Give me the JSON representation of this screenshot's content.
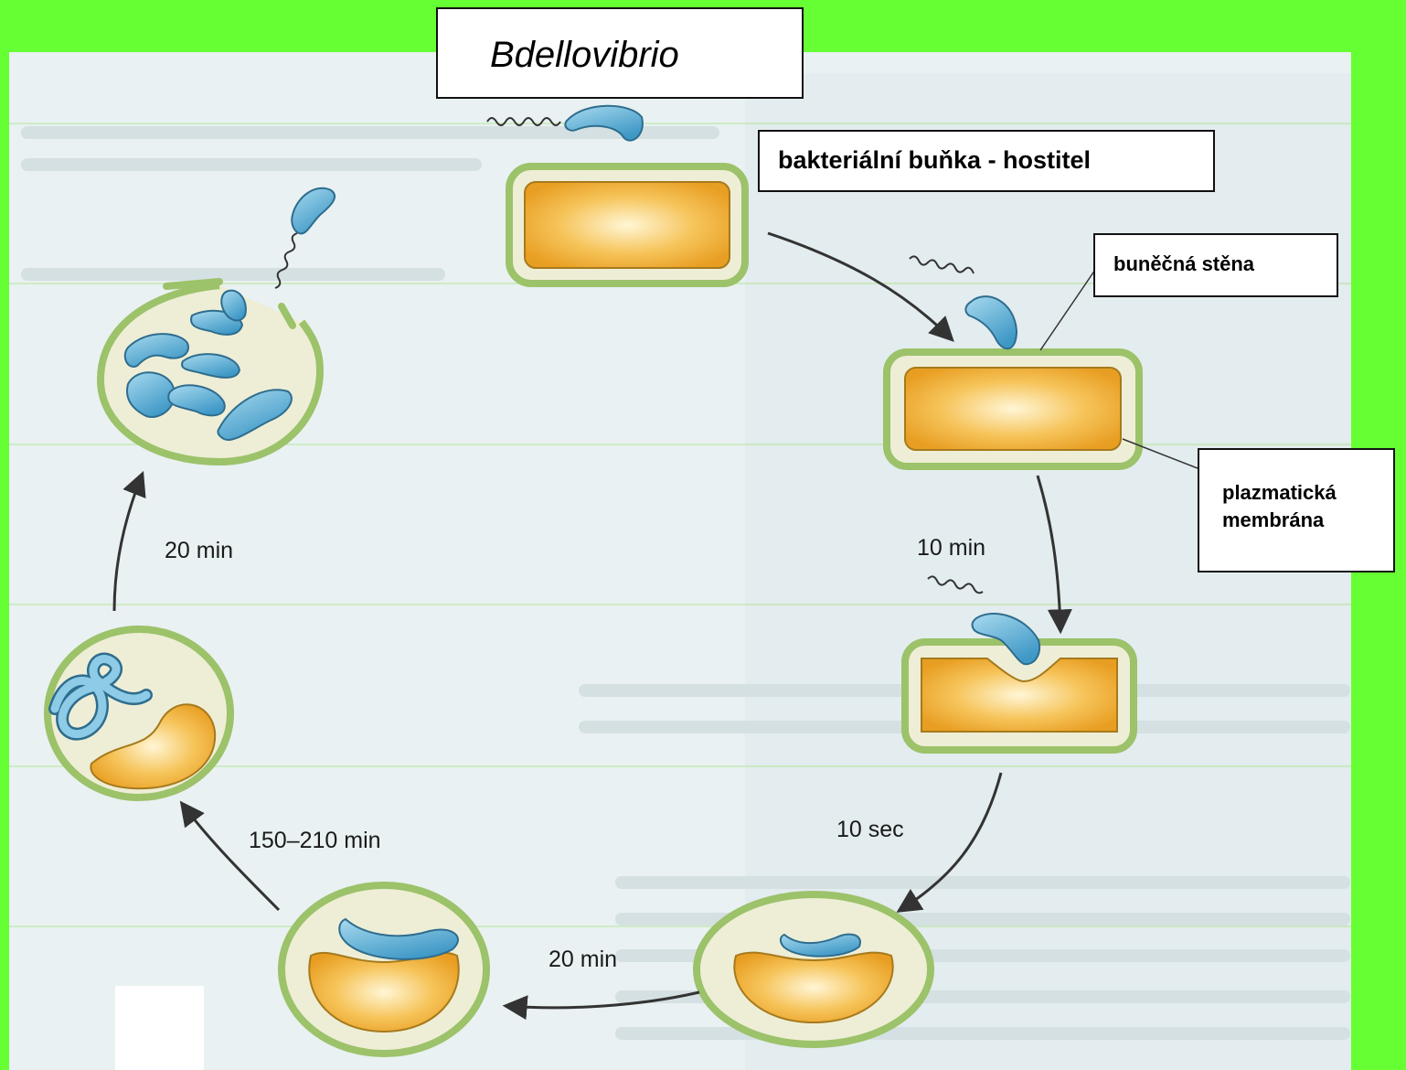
{
  "title": "Bdellovibrio",
  "labels": {
    "host_cell": "bakteriální buňka - hostitel",
    "cell_wall": "buněčná stěna",
    "plasma_membrane_line1": "plazmatická",
    "plasma_membrane_line2": "membrána"
  },
  "steps": [
    {
      "id": "attach",
      "time": "10 min"
    },
    {
      "id": "penetrate",
      "time": "10 sec"
    },
    {
      "id": "bdelloplast",
      "time": "20 min"
    },
    {
      "id": "elongate",
      "time": "150–210 min"
    },
    {
      "id": "lysis",
      "time": "20 min"
    }
  ],
  "colors": {
    "background": "#66ff33",
    "figure_bg": "#e9f1f2",
    "cell_wall": "#9cc26a",
    "periplasm": "#eeeed6",
    "cytoplasm": "#f0ac30",
    "predator": "#5eaed3",
    "arrow": "#333333"
  }
}
